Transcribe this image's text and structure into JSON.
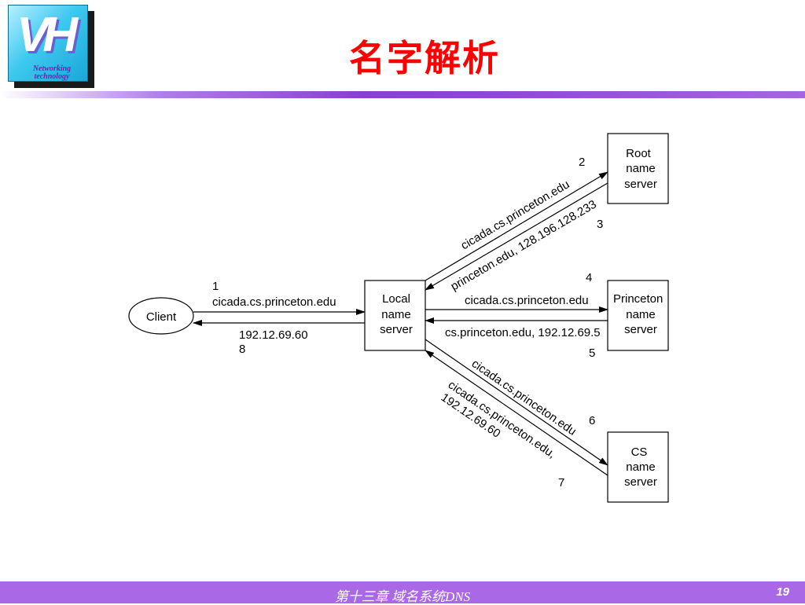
{
  "logo": {
    "letters": "VH",
    "line1": "Networking",
    "line2": "technology"
  },
  "title": "名字解析",
  "footer": {
    "text": "第十三章  域名系统DNS",
    "page": "19"
  },
  "diagram": {
    "client": "Client",
    "local": [
      "Local",
      "name",
      "server"
    ],
    "root": [
      "Root",
      "name",
      "server"
    ],
    "princeton": [
      "Princeton",
      "name",
      "server"
    ],
    "cs": [
      "CS",
      "name",
      "server"
    ],
    "steps": {
      "s1": "1",
      "s2": "2",
      "s3": "3",
      "s4": "4",
      "s5": "5",
      "s6": "6",
      "s7": "7",
      "s8": "8"
    },
    "messages": {
      "client_query": "cicada.cs.princeton.edu",
      "client_answer": "192.12.69.60",
      "root_query": "cicada.cs.princeton.edu",
      "root_reply": "princeton.edu, 128.196.128.233",
      "princeton_query": "cicada.cs.princeton.edu",
      "princeton_reply": "cs.princeton.edu, 192.12.69.5",
      "cs_query": "cicada.cs.princeton.edu",
      "cs_reply_1": "cicada.cs.princeton.edu,",
      "cs_reply_2": "192.12.69.60"
    }
  }
}
